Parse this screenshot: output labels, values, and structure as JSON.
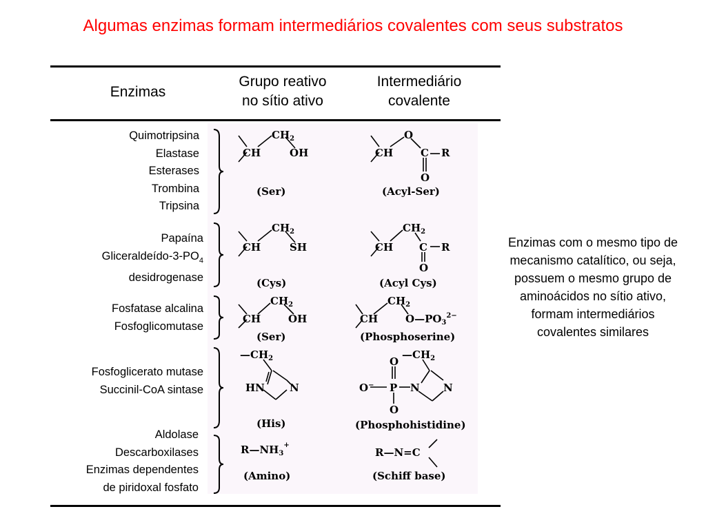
{
  "title": "Algumas enzimas formam intermediários covalentes com seus substratos",
  "headers": {
    "enzimas": "Enzimas",
    "grupo_line1": "Grupo reativo",
    "grupo_line2": "no sítio ativo",
    "inter_line1": "Intermediário",
    "inter_line2": "covalente"
  },
  "rows": [
    {
      "enzymes": [
        "Quimotripsina",
        "Elastase",
        "Esterases",
        "Trombina",
        "Tripsina"
      ],
      "group": {
        "atoms": [
          "CH",
          "CH",
          "OH"
        ],
        "subscript": "2",
        "label": "(Ser)"
      },
      "intermediate": {
        "atoms": [
          "CH",
          "O",
          "C",
          "R",
          "O"
        ],
        "label": "(Acyl-Ser)"
      }
    },
    {
      "enzymes": [
        "Papaína",
        "Gliceraldeído-3-PO",
        "desidrogenase"
      ],
      "enzyme_subscript": "4",
      "group": {
        "atoms": [
          "CH",
          "CH",
          "SH"
        ],
        "subscript": "2",
        "label": "(Cys)"
      },
      "intermediate": {
        "atoms": [
          "CH",
          "CH",
          "C",
          "R",
          "O"
        ],
        "subscript": "2",
        "label": "(Acyl Cys)"
      }
    },
    {
      "enzymes": [
        "Fosfatase alcalina",
        "Fosfoglicomutase"
      ],
      "group": {
        "atoms": [
          "CH",
          "CH",
          "OH"
        ],
        "subscript": "2",
        "label": "(Ser)"
      },
      "intermediate": {
        "atoms": [
          "CH",
          "CH",
          "O—PO"
        ],
        "subscript": "2",
        "po_sub": "3",
        "po_sup": "2−",
        "label": "(Phosphoserine)"
      }
    },
    {
      "enzymes": [
        "Fosfoglicerato mutase",
        "Succinil-CoA sintase"
      ],
      "group": {
        "atoms": [
          "—CH",
          "HN",
          "N"
        ],
        "subscript": "2",
        "label": "(His)"
      },
      "intermediate": {
        "atoms": [
          "—CH",
          "O",
          "O",
          "P",
          "N",
          "N",
          "O"
        ],
        "sign": "−",
        "subscript": "2",
        "label": "(Phosphohistidine)"
      }
    },
    {
      "enzymes": [
        "Aldolase",
        "Descarboxilases",
        "Enzimas dependentes",
        "de piridoxal fosfato"
      ],
      "group": {
        "formula": "R—NH",
        "sub": "3",
        "sup": "+",
        "label": "(Amino)"
      },
      "intermediate": {
        "formula": "R—N=C",
        "label": "(Schiff base)"
      }
    }
  ],
  "note": "Enzimas com o mesmo tipo de mecanismo catalítico, ou seja, possuem o mesmo grupo de aminoácidos no sítio ativo, formam intermediários covalentes similares"
}
